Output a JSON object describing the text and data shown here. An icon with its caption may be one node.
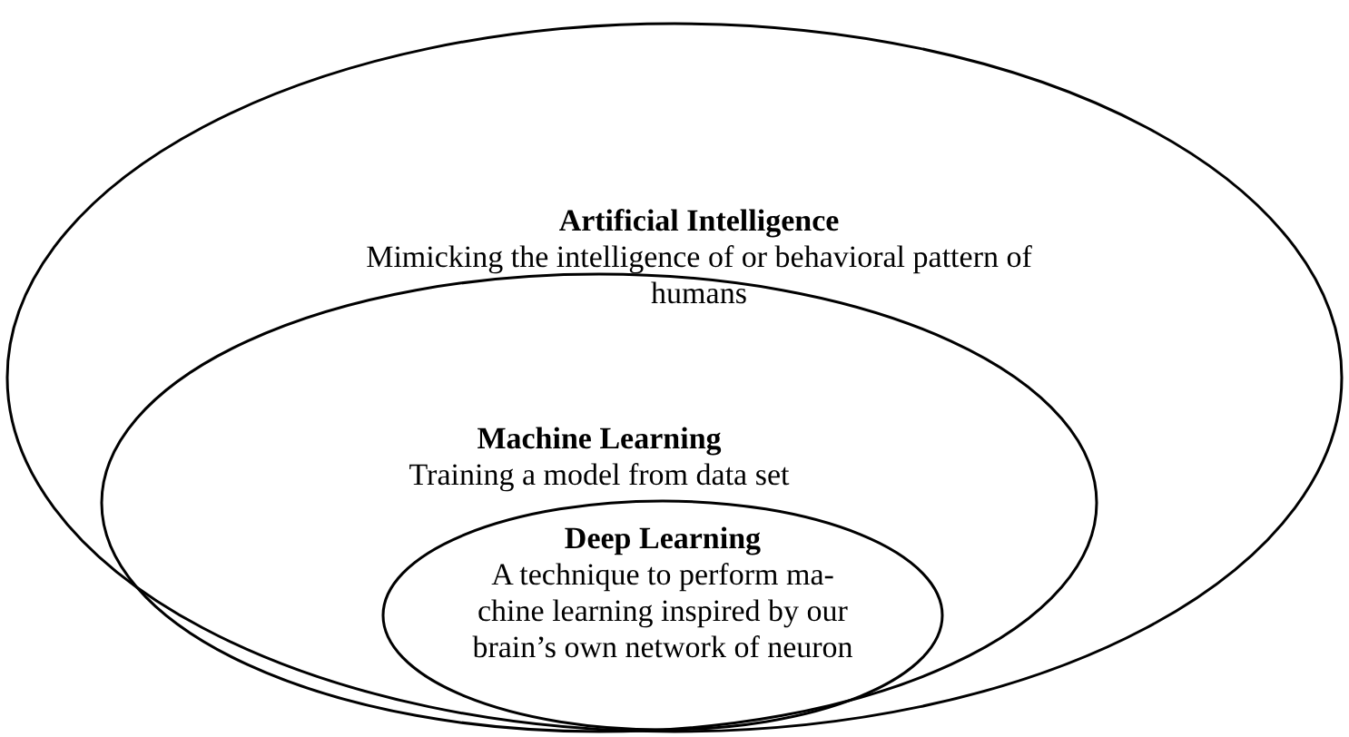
{
  "diagram": {
    "nodes": [
      {
        "text": [
          "Artificial Intelligence",
          "Mimicking the intelligence of or behavioral pattern of humans"
        ]
      },
      {
        "text": [
          "Machine Learning",
          "Training a model from data set"
        ],
        "in": 0
      },
      {
        "text": [
          "Deep Learning",
          "A technique to perform ma- chine learning inspired by our brain’s own network of neuron"
        ],
        "in": 1
      }
    ]
  }
}
